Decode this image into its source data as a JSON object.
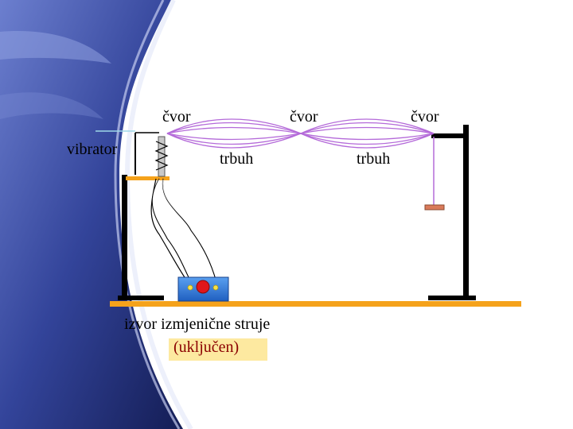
{
  "labels": {
    "node": "čvor",
    "antinode": "trbuh",
    "vibrator": "vibrator",
    "source": "izvor izmjenične struje",
    "status": "(uključen)"
  },
  "colors": {
    "background_dark": "#1c2a6b",
    "background_mid": "#4a5db0",
    "floor": "#f5a21b",
    "stand": "#000000",
    "wave": "#b46ad9",
    "source_box": "#2f78d8",
    "source_button": "#e0161b",
    "status_box": "#fde9a0",
    "status_text": "#8b0000"
  }
}
